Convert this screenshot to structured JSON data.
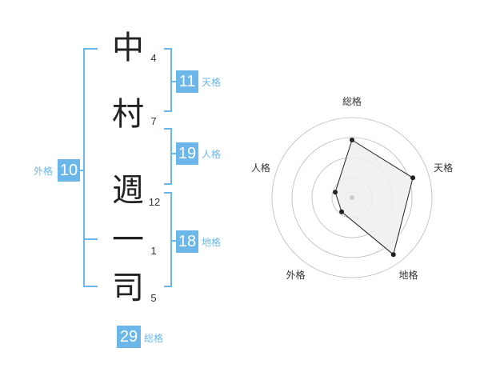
{
  "name": {
    "characters": [
      {
        "kanji": "中",
        "strokes": "4"
      },
      {
        "kanji": "村",
        "strokes": "7"
      },
      {
        "kanji": "週",
        "strokes": "12"
      },
      {
        "kanji": "一",
        "strokes": "1"
      },
      {
        "kanji": "司",
        "strokes": "5"
      }
    ]
  },
  "fortunes": {
    "tenkaku": {
      "value": "11",
      "label": "天格"
    },
    "jinkaku": {
      "value": "19",
      "label": "人格"
    },
    "chikaku": {
      "value": "18",
      "label": "地格"
    },
    "gaikaku": {
      "value": "10",
      "label": "外格"
    },
    "soukaku": {
      "value": "29",
      "label": "総格"
    }
  },
  "radar": {
    "axes": [
      "総格",
      "天格",
      "地格",
      "外格",
      "人格"
    ],
    "values": [
      0.72,
      0.8,
      0.88,
      0.22,
      0.22
    ],
    "levels": 4,
    "colors": {
      "fill": "#eeeeee",
      "stroke": "#222222",
      "grid": "#bbbbbb",
      "center": "#cccccc"
    }
  }
}
